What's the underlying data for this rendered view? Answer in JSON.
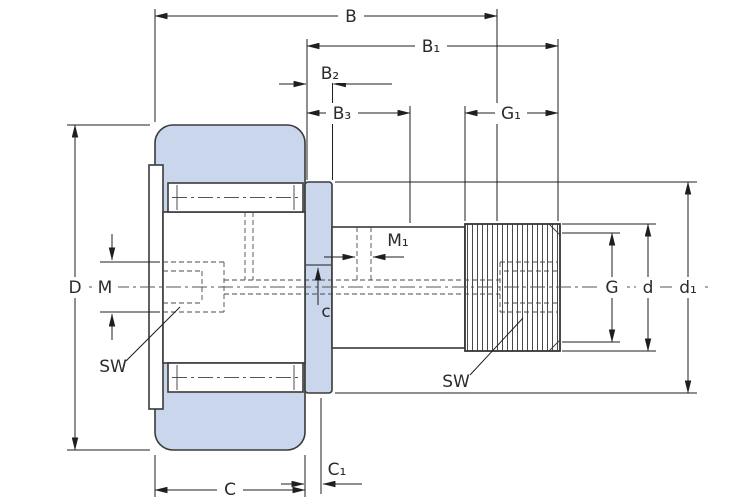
{
  "diagram": {
    "labels": {
      "B": "B",
      "B1": "B₁",
      "B2": "B₂",
      "B3": "B₃",
      "G1": "G₁",
      "M1": "M₁",
      "M": "M",
      "D": "D",
      "SW_left": "SW",
      "SW_right": "SW",
      "c": "c",
      "C": "C",
      "C1": "C₁",
      "G": "G",
      "d": "d",
      "d1": "d₁"
    },
    "colors": {
      "body_fill": "#c9d6eb",
      "outline": "#3a3a3a",
      "dimension": "#1f1f1f",
      "background": "#ffffff"
    }
  }
}
